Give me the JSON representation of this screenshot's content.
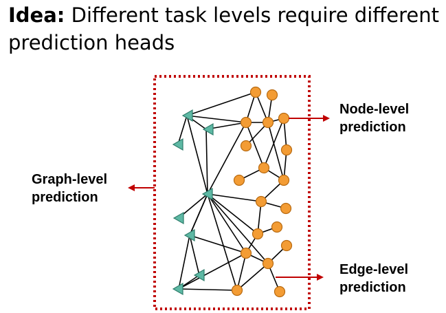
{
  "title": {
    "bold": "Idea:",
    "rest": " Different task levels require different",
    "line2": "prediction heads"
  },
  "labels": {
    "node_level": [
      "Node-level",
      "prediction"
    ],
    "edge_level": [
      "Edge-level",
      "prediction"
    ],
    "graph_level": [
      "Graph-level",
      "prediction"
    ]
  },
  "colors": {
    "node_fill": "#F39C34",
    "node_stroke": "#B86A10",
    "triangle_fill": "#5EB8A4",
    "triangle_stroke": "#2E7D6B",
    "edge": "#000000",
    "arrow": "#C00000",
    "box": "#C00000"
  }
}
